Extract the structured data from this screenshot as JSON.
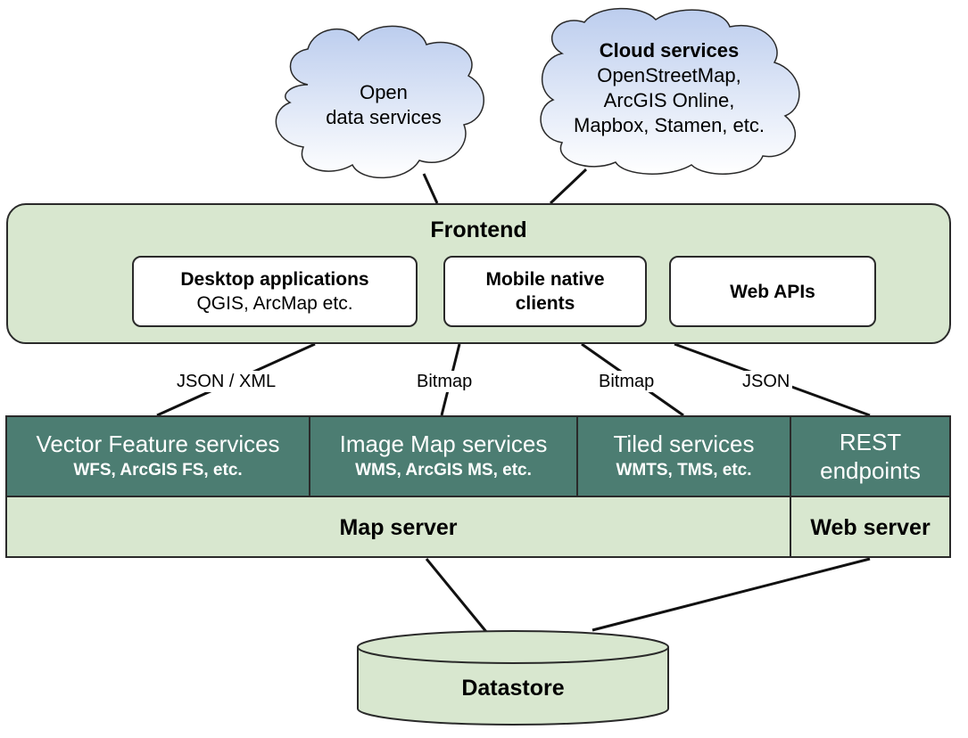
{
  "clouds": {
    "open_data": {
      "line1": "Open",
      "line2": "data services"
    },
    "cloud_services": {
      "title": "Cloud services",
      "line1": "OpenStreetMap,",
      "line2": "ArcGIS Online,",
      "line3": "Mapbox, Stamen, etc."
    }
  },
  "frontend": {
    "title": "Frontend",
    "desktop": {
      "title": "Desktop applications",
      "subtitle": "QGIS, ArcMap etc."
    },
    "mobile": {
      "line1": "Mobile native",
      "line2": "clients"
    },
    "web_apis": {
      "title": "Web APIs"
    }
  },
  "connections": {
    "json_xml": "JSON / XML",
    "bitmap_1": "Bitmap",
    "bitmap_2": "Bitmap",
    "json": "JSON"
  },
  "services": {
    "vector": {
      "title": "Vector Feature services",
      "subtitle": "WFS, ArcGIS FS, etc."
    },
    "image_map": {
      "title": "Image Map services",
      "subtitle": "WMS, ArcGIS MS, etc."
    },
    "tiled": {
      "title": "Tiled services",
      "subtitle": "WMTS, TMS, etc."
    },
    "rest": {
      "line1": "REST",
      "line2": "endpoints"
    }
  },
  "servers": {
    "map_server": "Map server",
    "web_server": "Web server"
  },
  "datastore": {
    "label": "Datastore"
  },
  "colors": {
    "frontend_fill": "#d8e7cf",
    "service_fill": "#4c7d72",
    "cloud_fill_top": "#cfdcf2",
    "cloud_fill_bottom": "#ffffff"
  }
}
